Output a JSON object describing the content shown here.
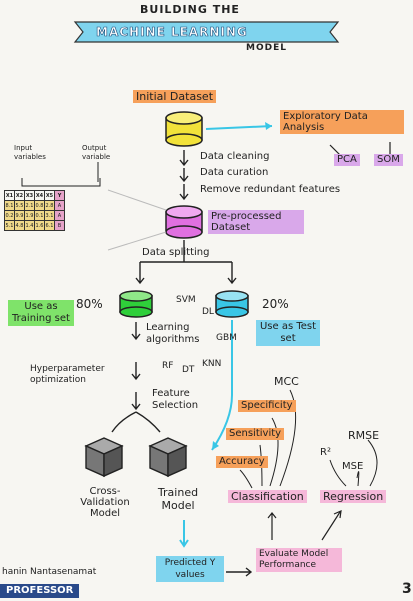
{
  "title": {
    "line1": "BUILDING THE",
    "line2": "MACHINE LEARNING",
    "line3": "MODEL"
  },
  "nodes": {
    "initial_dataset": "Initial Dataset",
    "eda": "Exploratory Data Analysis",
    "pca": "PCA",
    "som": "SOM",
    "input_variables": "Input variables",
    "output_variable": "Output variable",
    "cleaning": "Data cleaning",
    "curation": "Data curation",
    "remove": "Remove redundant features",
    "preprocessed": "Pre-processed Dataset",
    "splitting": "Data splitting",
    "pct80": "80%",
    "pct20": "20%",
    "training_set": "Use as Training set",
    "test_set": "Use as Test set",
    "learning": "Learning algorithms",
    "svm": "SVM",
    "dl": "DL",
    "gbm": "GBM",
    "rf": "RF",
    "dt": "DT",
    "knn": "KNN",
    "hyper": "Hyperparameter optimization",
    "feature": "Feature Selection",
    "cv_model": "Cross-Validation Model",
    "trained_model": "Trained Model",
    "mcc": "MCC",
    "specificity": "Specificity",
    "sensitivity": "Sensitivity",
    "accuracy": "Accuracy",
    "rmse": "RMSE",
    "r2": "R²",
    "mse": "MSE",
    "classification": "Classification",
    "regression": "Regression",
    "predicted": "Predicted Y values",
    "evaluate": "Evaluate Model Performance",
    "author": "hanin Nantasenamat",
    "professor": "PROFESSOR",
    "corner": "3"
  },
  "grid": {
    "header": [
      "X1",
      "X2",
      "X3",
      "X4",
      "X5",
      "Y"
    ],
    "rows": [
      [
        "8.1",
        "5.5",
        "2.1",
        "0.8",
        "2.8",
        "A"
      ],
      [
        "0.2",
        "9.9",
        "1.9",
        "0.1",
        "3.1",
        "A"
      ],
      [
        "5.1",
        "4.8",
        "1.4",
        "1.6",
        "6.1",
        "B"
      ]
    ]
  },
  "colors": {
    "yellow": "#f2e23a",
    "magenta": "#e070e0",
    "green": "#2fcf3a",
    "cyan": "#39c6e6",
    "orange": "#f6a05a",
    "purple": "#d9a8ea"
  }
}
